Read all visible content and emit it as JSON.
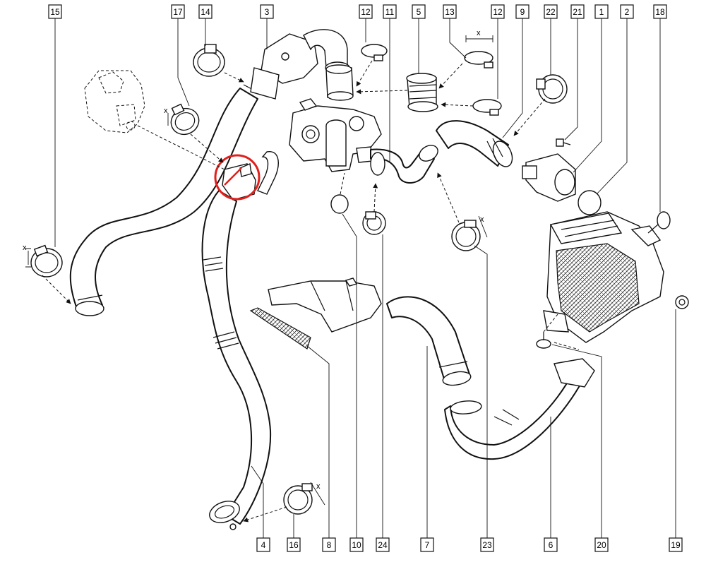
{
  "diagram": {
    "callouts": [
      {
        "id": "c15",
        "label": "15"
      },
      {
        "id": "c17",
        "label": "17"
      },
      {
        "id": "c14",
        "label": "14"
      },
      {
        "id": "c3",
        "label": "3"
      },
      {
        "id": "c12a",
        "label": "12"
      },
      {
        "id": "c11",
        "label": "11"
      },
      {
        "id": "c5",
        "label": "5"
      },
      {
        "id": "c13",
        "label": "13"
      },
      {
        "id": "c12b",
        "label": "12"
      },
      {
        "id": "c9",
        "label": "9"
      },
      {
        "id": "c22",
        "label": "22"
      },
      {
        "id": "c21",
        "label": "21"
      },
      {
        "id": "c1",
        "label": "1"
      },
      {
        "id": "c2",
        "label": "2"
      },
      {
        "id": "c18",
        "label": "18"
      },
      {
        "id": "c4",
        "label": "4"
      },
      {
        "id": "c16",
        "label": "16"
      },
      {
        "id": "c8",
        "label": "8"
      },
      {
        "id": "c10",
        "label": "10"
      },
      {
        "id": "c24",
        "label": "24"
      },
      {
        "id": "c7",
        "label": "7"
      },
      {
        "id": "c23",
        "label": "23"
      },
      {
        "id": "c6",
        "label": "6"
      },
      {
        "id": "c20",
        "label": "20"
      },
      {
        "id": "c19",
        "label": "19"
      }
    ],
    "dimension_label": "x",
    "highlight_color": "#e0201c",
    "line_color": "#111111"
  }
}
